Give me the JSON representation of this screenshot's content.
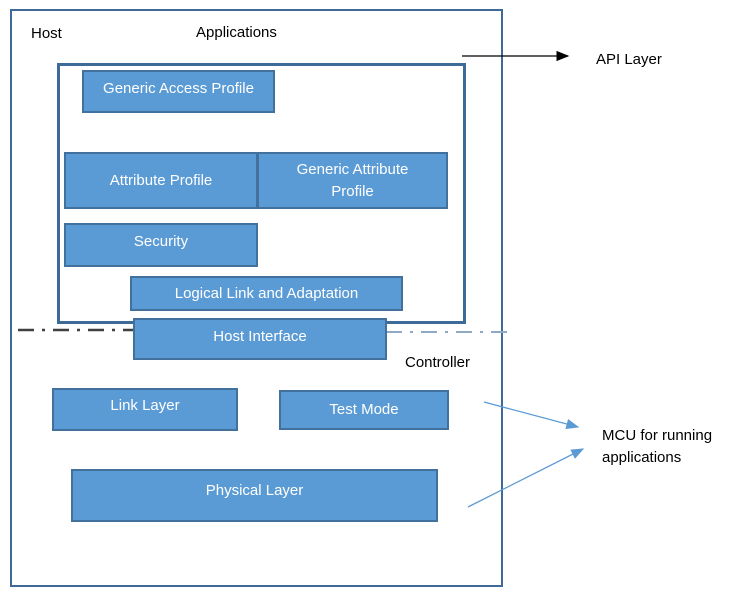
{
  "labels": {
    "host": "Host",
    "applications": "Applications",
    "api_layer": "API Layer",
    "controller": "Controller",
    "mcu": "MCU for running applications"
  },
  "boxes": {
    "generic_access_profile": "Generic Access Profile",
    "attribute_profile": "Attribute Profile",
    "generic_attribute_profile": "Generic Attribute Profile",
    "security": "Security",
    "logical_link": "Logical Link and Adaptation",
    "host_interface": "Host Interface",
    "link_layer": "Link Layer",
    "test_mode": "Test Mode",
    "physical_layer": "Physical Layer"
  },
  "colors": {
    "box_fill": "#5b9bd5",
    "box_border": "#41719c",
    "frame": "#3d6a97",
    "arrow": "#5b9bd5"
  }
}
